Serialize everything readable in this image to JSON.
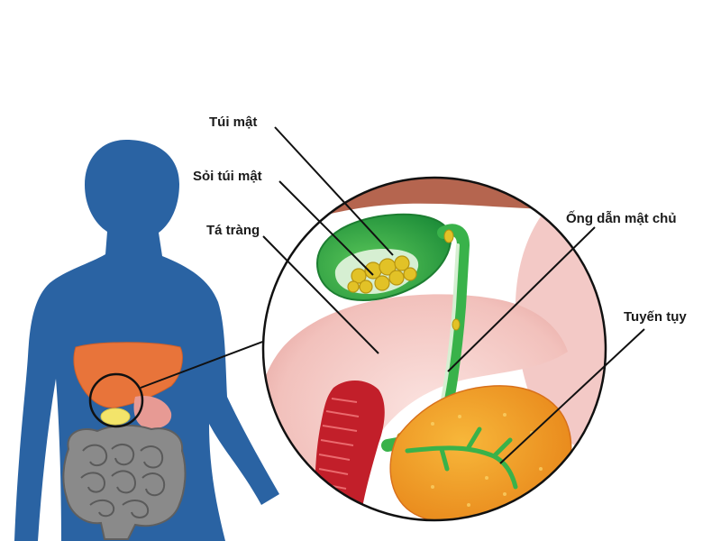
{
  "labels": {
    "gallbladder": "Túi mật",
    "gallstones": "Sỏi túi mật",
    "duodenum": "Tá tràng",
    "common_bile_duct": "Ống dẫn mật chủ",
    "pancreas": "Tuyến tụy"
  },
  "colors": {
    "body_silhouette": "#2a63a3",
    "liver": "#e8743a",
    "intestine": "#8a8a8a",
    "gallbladder": "#3bb34a",
    "bile_duct": "#39b24a",
    "gallstone": "#e2c227",
    "duodenum_wall": "#f0b6b1",
    "duodenum_lining": "#c21f2a",
    "pancreas": "#f29a1f",
    "leader_line": "#111111"
  }
}
